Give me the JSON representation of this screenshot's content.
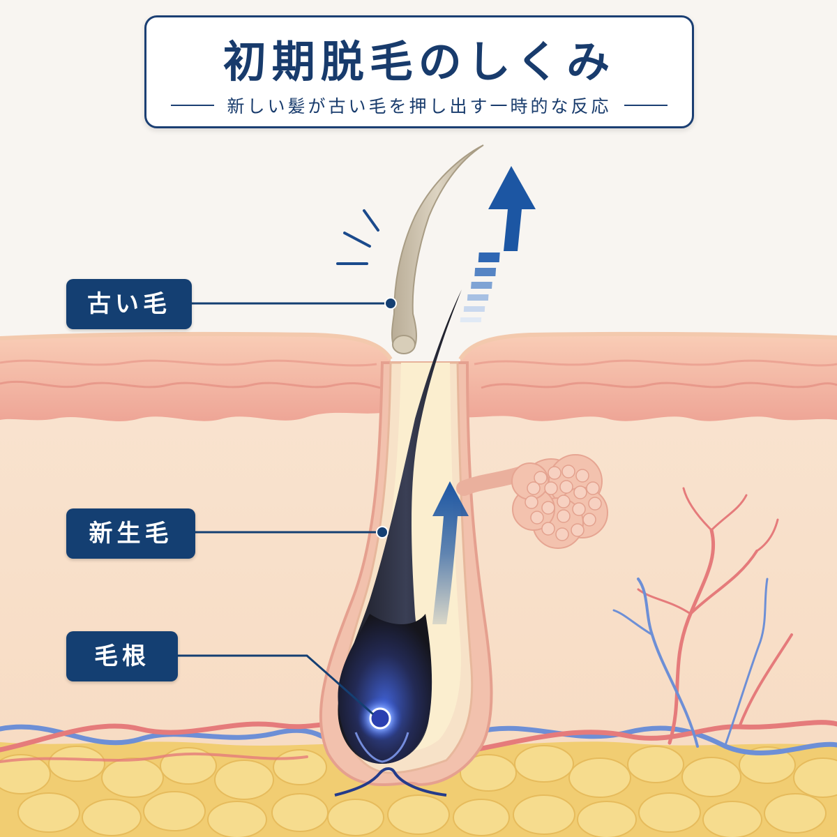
{
  "header": {
    "title": "初期脱毛のしくみ",
    "subtitle": "新しい髪が古い毛を押し出す一時的な反応"
  },
  "labels": {
    "old_hair": "古い毛",
    "new_hair": "新生毛",
    "hair_root": "毛根"
  },
  "colors": {
    "navy": "#143f72",
    "skin": "#f6ddc4",
    "epidermis": "#f0b9a6",
    "fat": "#f3d27a",
    "artery": "#e57b7b",
    "vein": "#6d8fd6",
    "new_hair": "#23232c",
    "old_hair": "#c9bea9",
    "arrow": "#1c56a3"
  },
  "icons": {
    "outward_arrow": "arrow-up-icon",
    "growth_arrow": "arrow-up-icon",
    "emphasis": "motion-lines-icon"
  }
}
